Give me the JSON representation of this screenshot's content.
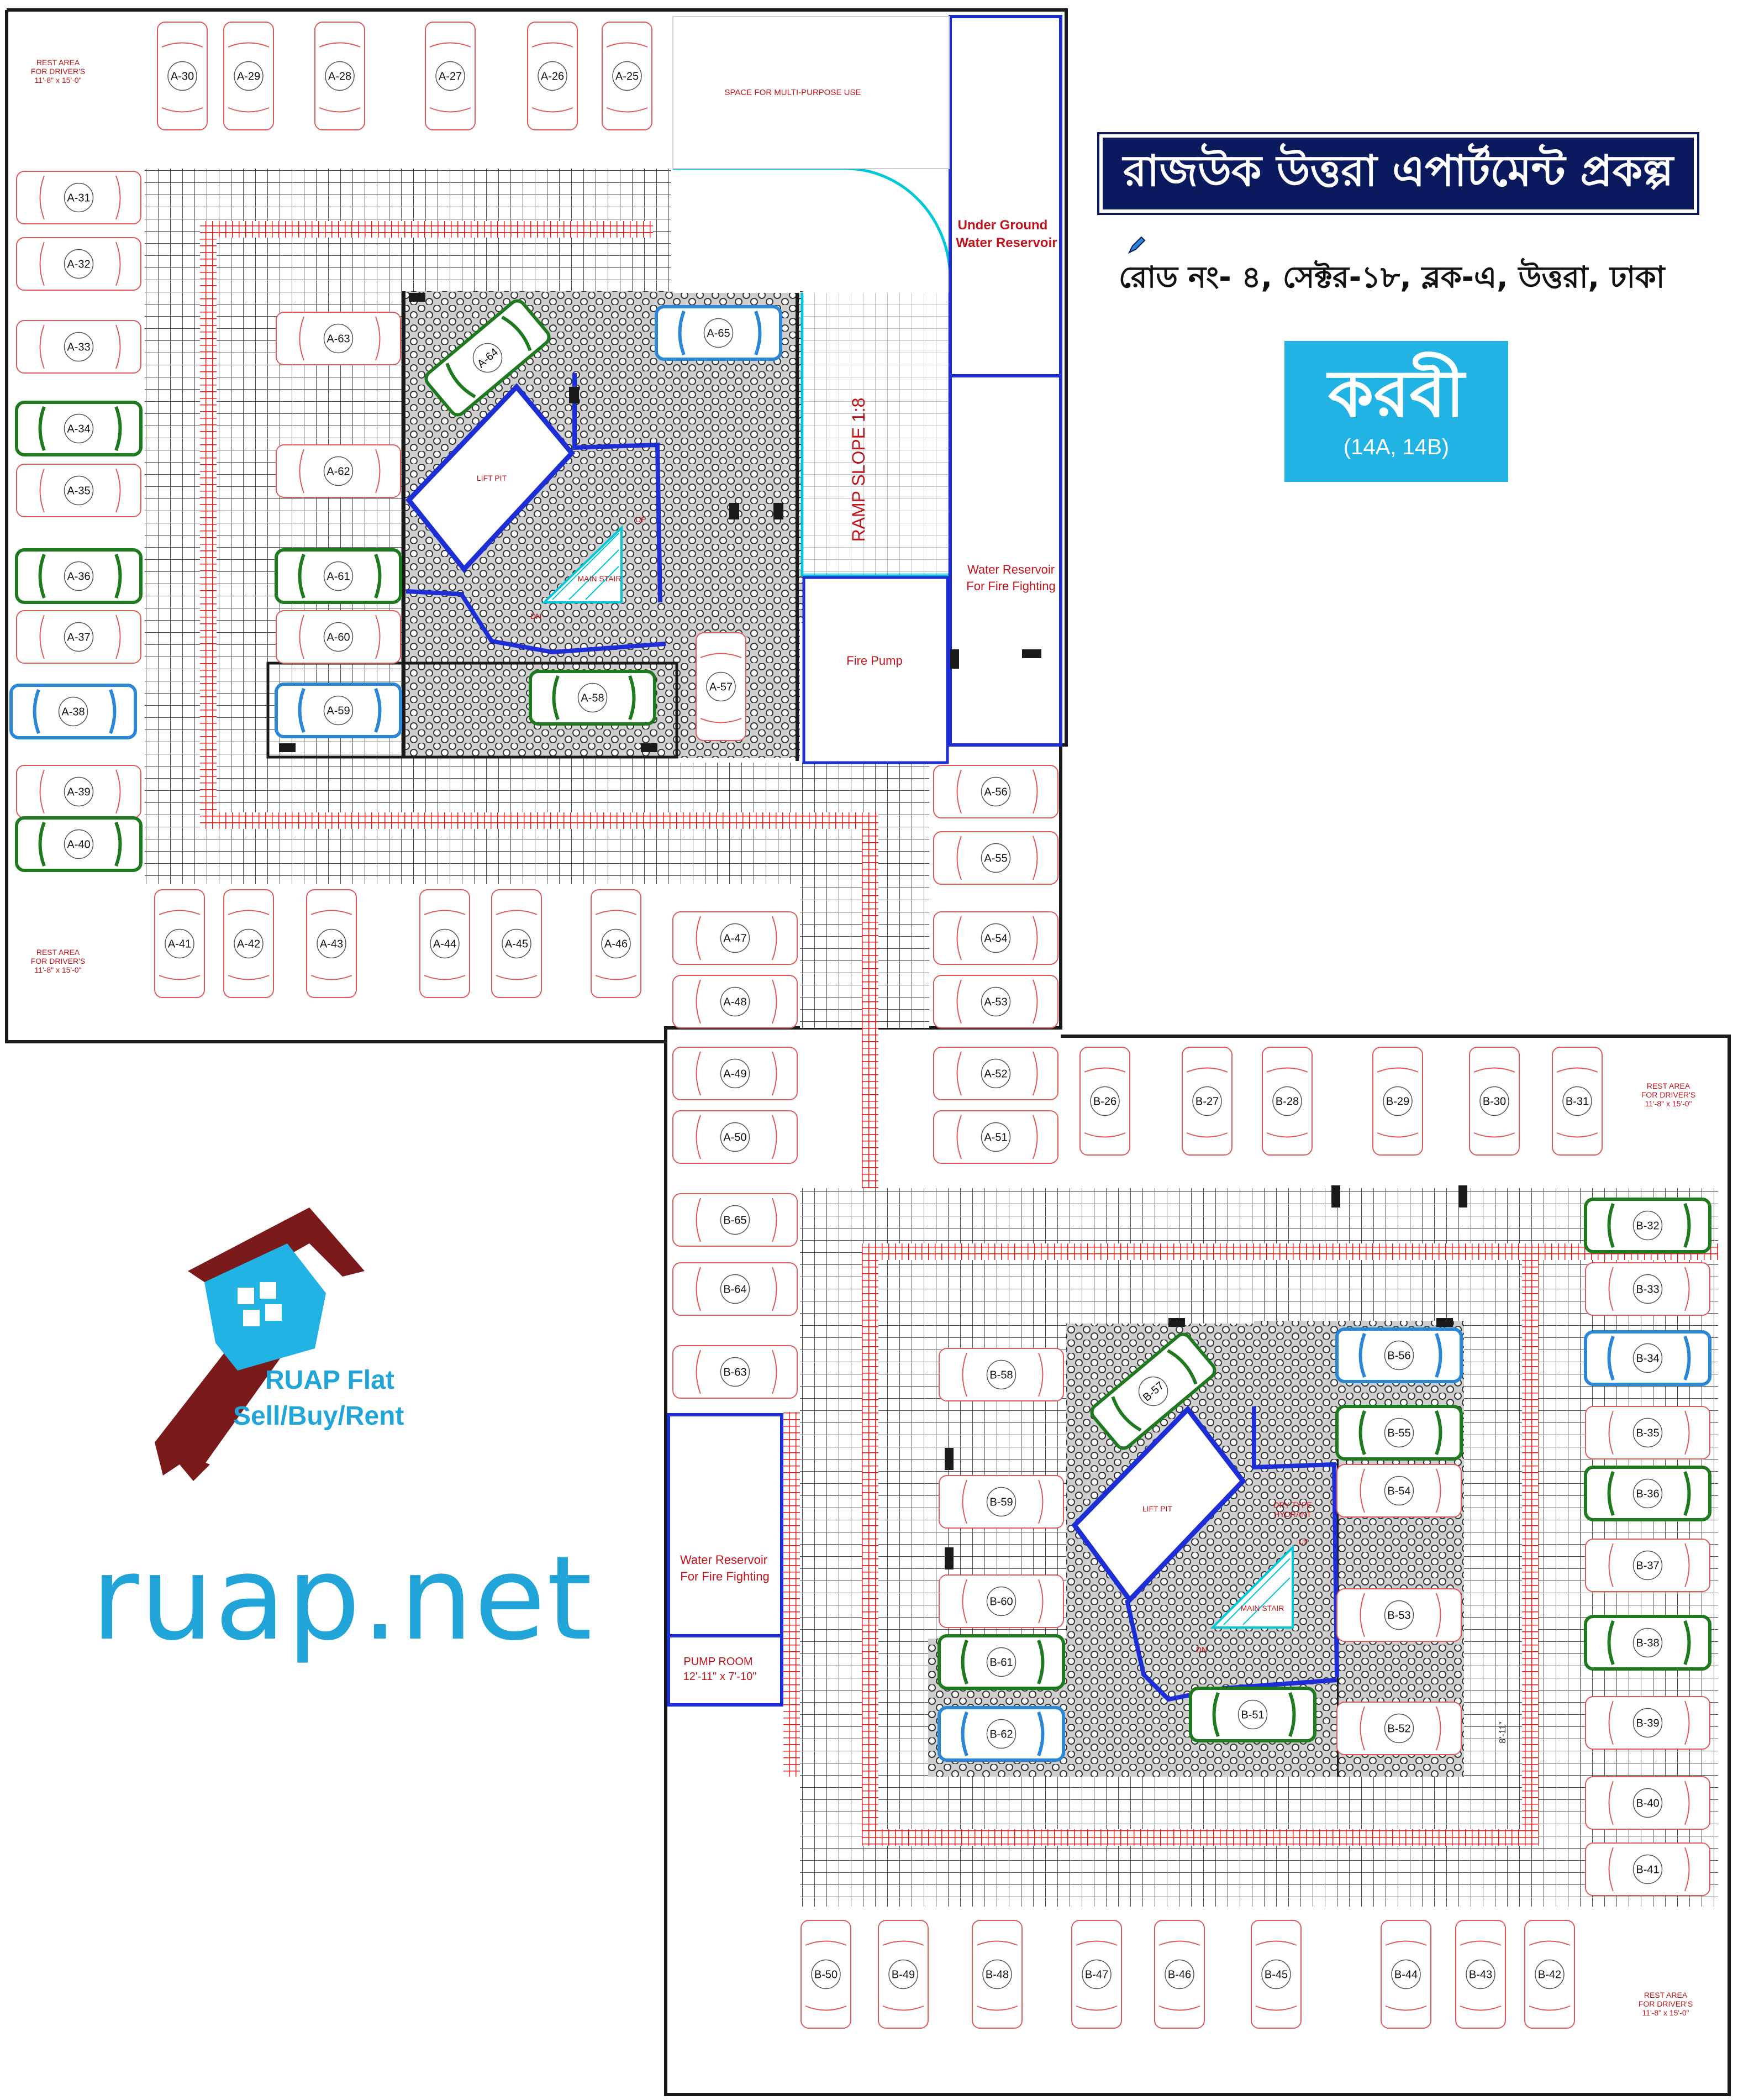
{
  "header": {
    "project_title_bn": "রাজউক উত্তরা এপার্টমেন্ট প্রকল্প",
    "address_bn": "রোড নং- ৪, সেক্টর-১৮, ব্লক-এ, উত্তরা, ঢাকা",
    "building_name_bn": "করবী",
    "building_sub": "(14A, 14B)"
  },
  "branding": {
    "brand_line1": "RUAP Flat",
    "brand_line2": "Sell/Buy/Rent",
    "brand_url": "ruap.net",
    "logo_icon": "house-key-icon"
  },
  "colors": {
    "wall": "#1a1a1a",
    "blue_wall": "#1d2ed6",
    "slot_line": "#e05a5a",
    "path": "#e01c1c",
    "grid": "#555555",
    "green_car": "#1f7a1f",
    "blue_car": "#2a86d6",
    "brand": "#21a5d8",
    "title_bg": "#0b1a5e",
    "label_red": "#c0131b",
    "stair": "#00c8d8"
  },
  "labels": {
    "rest_area": "REST AREA",
    "rest_drivers": "FOR DRIVER'S",
    "rest_size": "11'-8\" x 15'-0\"",
    "multi_purpose": "SPACE FOR MULTI-PURPOSE USE",
    "ug_reservoir_1": "Under Ground",
    "ug_reservoir_2": "Water Reservoir",
    "ramp": "RAMP SLOPE 1:8",
    "fire_res_1": "Water Reservoir",
    "fire_res_2": "For Fire Fighting",
    "fire_pump": "Fire Pump",
    "lift": "LIFT PIT",
    "main_stair": "MAIN STAIR",
    "up": "UP",
    "dn": "DN",
    "dry_hydrant_1": "DRY TYPE",
    "dry_hydrant_2": "HYDRANT",
    "pump_room": "PUMP ROOM",
    "pump_room_size": "12'-11\" x 7'-10\"",
    "dim_b52": "8'-11\""
  },
  "slots_a": [
    {
      "id": "A-30",
      "car": "normal"
    },
    {
      "id": "A-29",
      "car": "normal"
    },
    {
      "id": "A-28",
      "car": "normal"
    },
    {
      "id": "A-27",
      "car": "normal"
    },
    {
      "id": "A-26",
      "car": "normal"
    },
    {
      "id": "A-25",
      "car": "normal"
    },
    {
      "id": "A-31",
      "car": "normal"
    },
    {
      "id": "A-32",
      "car": "normal"
    },
    {
      "id": "A-33",
      "car": "normal"
    },
    {
      "id": "A-34",
      "car": "green"
    },
    {
      "id": "A-35",
      "car": "normal"
    },
    {
      "id": "A-36",
      "car": "green"
    },
    {
      "id": "A-37",
      "car": "normal"
    },
    {
      "id": "A-38",
      "car": "blue"
    },
    {
      "id": "A-39",
      "car": "normal"
    },
    {
      "id": "A-40",
      "car": "green"
    },
    {
      "id": "A-41",
      "car": "normal"
    },
    {
      "id": "A-42",
      "car": "normal"
    },
    {
      "id": "A-43",
      "car": "normal"
    },
    {
      "id": "A-44",
      "car": "normal"
    },
    {
      "id": "A-45",
      "car": "normal"
    },
    {
      "id": "A-46",
      "car": "normal"
    },
    {
      "id": "A-47",
      "car": "normal"
    },
    {
      "id": "A-48",
      "car": "normal"
    },
    {
      "id": "A-49",
      "car": "normal"
    },
    {
      "id": "A-50",
      "car": "normal"
    },
    {
      "id": "A-51",
      "car": "normal"
    },
    {
      "id": "A-52",
      "car": "normal"
    },
    {
      "id": "A-53",
      "car": "normal"
    },
    {
      "id": "A-54",
      "car": "normal"
    },
    {
      "id": "A-55",
      "car": "normal"
    },
    {
      "id": "A-56",
      "car": "normal"
    },
    {
      "id": "A-57",
      "car": "normal"
    },
    {
      "id": "A-58",
      "car": "green"
    },
    {
      "id": "A-59",
      "car": "blue"
    },
    {
      "id": "A-60",
      "car": "normal"
    },
    {
      "id": "A-61",
      "car": "green"
    },
    {
      "id": "A-62",
      "car": "normal"
    },
    {
      "id": "A-63",
      "car": "normal"
    },
    {
      "id": "A-64",
      "car": "green"
    },
    {
      "id": "A-65",
      "car": "blue"
    }
  ],
  "slots_b": [
    {
      "id": "B-26",
      "car": "normal"
    },
    {
      "id": "B-27",
      "car": "normal"
    },
    {
      "id": "B-28",
      "car": "normal"
    },
    {
      "id": "B-29",
      "car": "normal"
    },
    {
      "id": "B-30",
      "car": "normal"
    },
    {
      "id": "B-31",
      "car": "normal"
    },
    {
      "id": "B-32",
      "car": "green"
    },
    {
      "id": "B-33",
      "car": "normal"
    },
    {
      "id": "B-34",
      "car": "blue"
    },
    {
      "id": "B-35",
      "car": "normal"
    },
    {
      "id": "B-36",
      "car": "green"
    },
    {
      "id": "B-37",
      "car": "normal"
    },
    {
      "id": "B-38",
      "car": "green"
    },
    {
      "id": "B-39",
      "car": "normal"
    },
    {
      "id": "B-40",
      "car": "normal"
    },
    {
      "id": "B-41",
      "car": "normal"
    },
    {
      "id": "B-42",
      "car": "normal"
    },
    {
      "id": "B-43",
      "car": "normal"
    },
    {
      "id": "B-44",
      "car": "normal"
    },
    {
      "id": "B-45",
      "car": "normal"
    },
    {
      "id": "B-46",
      "car": "normal"
    },
    {
      "id": "B-47",
      "car": "normal"
    },
    {
      "id": "B-48",
      "car": "normal"
    },
    {
      "id": "B-49",
      "car": "normal"
    },
    {
      "id": "B-50",
      "car": "normal"
    },
    {
      "id": "B-51",
      "car": "green"
    },
    {
      "id": "B-52",
      "car": "normal"
    },
    {
      "id": "B-53",
      "car": "normal"
    },
    {
      "id": "B-54",
      "car": "normal"
    },
    {
      "id": "B-55",
      "car": "green"
    },
    {
      "id": "B-56",
      "car": "blue"
    },
    {
      "id": "B-57",
      "car": "green"
    },
    {
      "id": "B-58",
      "car": "normal"
    },
    {
      "id": "B-59",
      "car": "normal"
    },
    {
      "id": "B-60",
      "car": "normal"
    },
    {
      "id": "B-61",
      "car": "green"
    },
    {
      "id": "B-62",
      "car": "blue"
    },
    {
      "id": "B-63",
      "car": "normal"
    },
    {
      "id": "B-64",
      "car": "normal"
    },
    {
      "id": "B-65",
      "car": "normal"
    }
  ]
}
